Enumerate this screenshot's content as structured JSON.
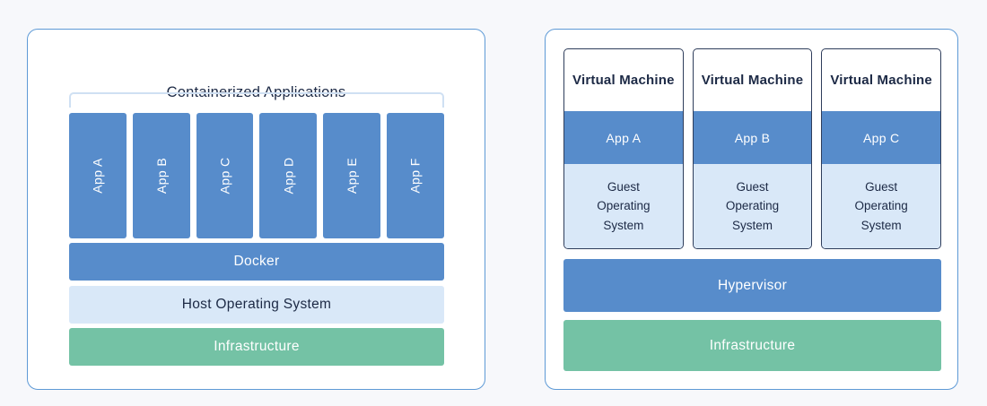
{
  "colors": {
    "page_bg": "#f7f8fb",
    "panel_border": "#5e9ad6",
    "blue": "#578ccb",
    "light_blue": "#d9e8f8",
    "green": "#74c2a5",
    "navy": "#1c2945",
    "bracket": "#cfe0f3",
    "vm_border": "#2e3d5b"
  },
  "left_panel": {
    "title": "Containerized Applications",
    "apps": [
      "App A",
      "App B",
      "App C",
      "App D",
      "App E",
      "App F"
    ],
    "layers": {
      "docker": "Docker",
      "host_os": "Host Operating System",
      "infrastructure": "Infrastructure"
    }
  },
  "right_panel": {
    "vms": [
      {
        "title": "Virtual Machine",
        "app": "App A",
        "os": "Guest Operating System"
      },
      {
        "title": "Virtual Machine",
        "app": "App B",
        "os": "Guest Operating System"
      },
      {
        "title": "Virtual Machine",
        "app": "App C",
        "os": "Guest Operating System"
      }
    ],
    "layers": {
      "hypervisor": "Hypervisor",
      "infrastructure": "Infrastructure"
    }
  }
}
